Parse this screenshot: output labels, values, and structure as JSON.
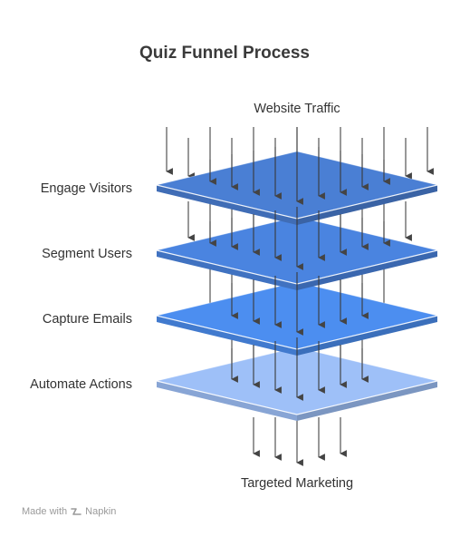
{
  "title": "Quiz Funnel Process",
  "input_label": "Website Traffic",
  "output_label": "Targeted Marketing",
  "layers": [
    {
      "label": "Engage Visitors",
      "color": "#4a7fd4"
    },
    {
      "label": "Segment Users",
      "color": "#4a84e0"
    },
    {
      "label": "Capture Emails",
      "color": "#4c8ef0"
    },
    {
      "label": "Automate Actions",
      "color": "#9ec0f8"
    }
  ],
  "watermark": {
    "made_with": "Made with",
    "brand": "Napkin"
  }
}
